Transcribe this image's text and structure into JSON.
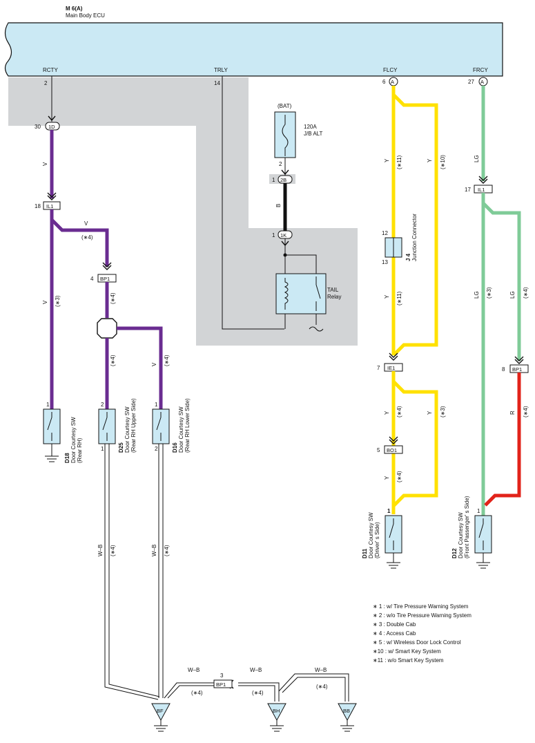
{
  "ecu": {
    "code": "M 6(A)",
    "name": "Main Body ECU",
    "terminals": {
      "rcty": {
        "label": "RCTY",
        "pin": "2"
      },
      "trly": {
        "label": "TRLY",
        "pin": "14"
      },
      "flcy": {
        "label": "FLCY",
        "pin": "6",
        "conn": "A"
      },
      "frcy": {
        "label": "FRCY",
        "pin": "27",
        "conn": "A"
      }
    }
  },
  "connectors": {
    "c1d": {
      "pin": "30",
      "name": "1D"
    },
    "il1_left": {
      "pin": "18",
      "name": "IL1"
    },
    "bp1_left": {
      "pin": "4",
      "name": "BP1"
    },
    "c2b": {
      "pin": "1",
      "name": "2B"
    },
    "c1k": {
      "pin": "1",
      "name": "1K"
    },
    "ie1": {
      "pin": "7",
      "name": "IE1"
    },
    "bo1": {
      "pin": "5",
      "name": "BO1"
    },
    "il1_right": {
      "pin": "17",
      "name": "IL1"
    },
    "bp1_right": {
      "pin": "8",
      "name": "BP1"
    },
    "bp1_bottom": {
      "pin": "3",
      "name": "BP1"
    }
  },
  "fuse": {
    "header": "(BAT)",
    "line1": "120A",
    "line2": "J/B ALT",
    "pin": "2"
  },
  "relay": {
    "line1": "TAIL",
    "line2": "Relay"
  },
  "junction": {
    "code": "J 4",
    "name": "Junction Connector",
    "pin_top": "12",
    "pin_bottom": "13"
  },
  "switches": {
    "d18": {
      "code": "D18",
      "line1": "Door Courtesy SW",
      "line2": "(Rear RH)",
      "pin": "1"
    },
    "d25": {
      "code": "D25",
      "line1": "Door Courtesy SW",
      "line2": "(Rear RH Upper Side)",
      "pin_top": "2",
      "pin_bottom": "1"
    },
    "d16": {
      "code": "D16",
      "line1": "Door Courtesy SW",
      "line2": "(Rear RH Lower Side)",
      "pin_top": "1",
      "pin_bottom": "2"
    },
    "d11": {
      "code": "D11",
      "line1": "Door Courtesy SW",
      "line2": "(Driver' s Side)",
      "pin": "1"
    },
    "d12": {
      "code": "D12",
      "line1": "Door Courtesy SW",
      "line2": "(Front Passenger' s Side)",
      "pin": "1"
    }
  },
  "wire_labels": {
    "v": "V",
    "y": "Y",
    "lg": "LG",
    "r": "R",
    "b": "B",
    "wb": "W–B",
    "n3": "(∗3)",
    "n4": "(∗4)",
    "n10": "(∗10)",
    "n11": "(∗11)"
  },
  "grounds": {
    "bf": "BF",
    "bh": "BH",
    "bb": "BB"
  },
  "notes": [
    "∗ 1 : w/ Tire Pressure Warning System",
    "∗ 2 : w/o Tire Pressure Warning System",
    "∗ 3 : Double Cab",
    "∗ 4 : Access Cab",
    "∗ 5 : w/ Wireless Door Lock Control",
    "∗10 : w/ Smart Key System",
    "∗11 : w/o Smart Key System"
  ],
  "colors": {
    "ecu_fill": "#cbe9f4",
    "shade": "#d2d4d6",
    "violet": "#6a2c91",
    "yellow": "#ffe100",
    "light_green": "#7fcb98",
    "red": "#e2231a",
    "black": "#111111"
  }
}
